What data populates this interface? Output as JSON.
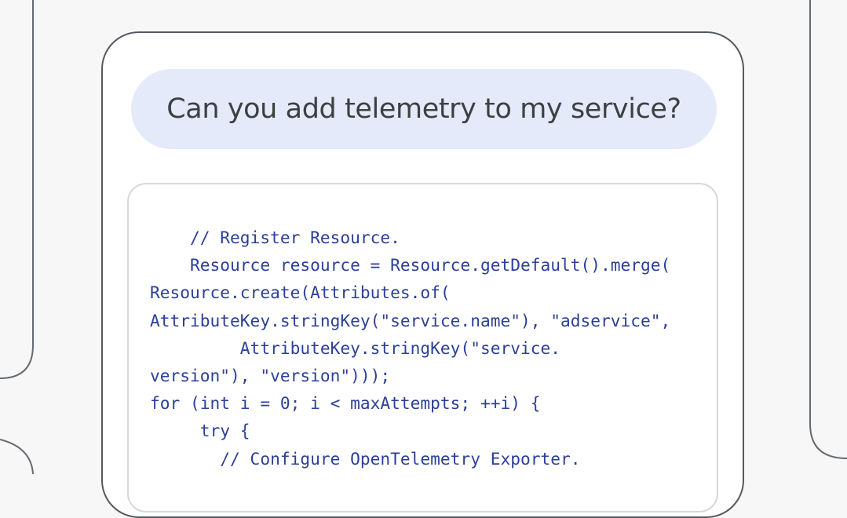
{
  "chat": {
    "prompt": "Can you add telemetry to my service?"
  },
  "code": {
    "lines": [
      "    // Register Resource.",
      "    Resource resource = Resource.getDefault().merge(",
      "Resource.create(Attributes.of(",
      "AttributeKey.stringKey(\"service.name\"), \"adservice\",",
      "         AttributeKey.stringKey(\"service.",
      "version\"), \"version\")));",
      "for (int i = 0; i < maxAttempts; ++i) {",
      "     try {",
      "       // Configure OpenTelemetry Exporter."
    ]
  },
  "colors": {
    "prompt_bubble": "#e5eafa",
    "code_text": "#2c3f99",
    "panel_border": "#555a60"
  }
}
